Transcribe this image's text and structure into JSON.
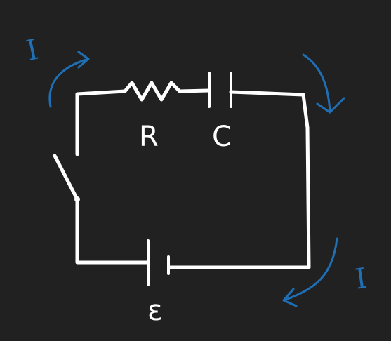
{
  "diagram": {
    "labels": {
      "resistor": "R",
      "capacitor": "C",
      "emf": "ε",
      "current_top_left": "I",
      "current_bottom_right": "I"
    },
    "colors": {
      "background": "#212121",
      "circuit": "#ffffff",
      "current_annotation": "#1f6fb5"
    }
  }
}
